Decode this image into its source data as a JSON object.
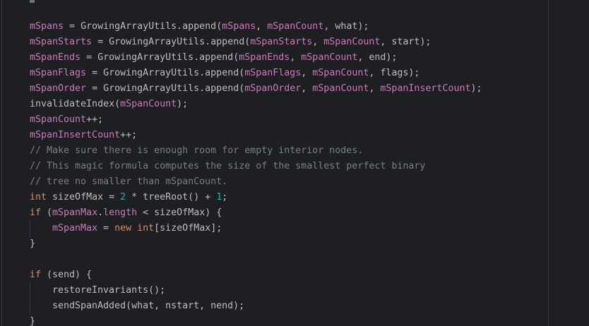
{
  "editor": {
    "lines": [
      [
        {
          "t": "mSpans",
          "c": "field"
        },
        {
          "t": " = GrowingArrayUtils.append(",
          "c": "plain"
        },
        {
          "t": "mSpans",
          "c": "field"
        },
        {
          "t": ", ",
          "c": "plain"
        },
        {
          "t": "mSpanCount",
          "c": "field"
        },
        {
          "t": ", what);",
          "c": "plain"
        }
      ],
      [
        {
          "t": "mSpanStarts",
          "c": "field"
        },
        {
          "t": " = GrowingArrayUtils.append(",
          "c": "plain"
        },
        {
          "t": "mSpanStarts",
          "c": "field"
        },
        {
          "t": ", ",
          "c": "plain"
        },
        {
          "t": "mSpanCount",
          "c": "field"
        },
        {
          "t": ", start);",
          "c": "plain"
        }
      ],
      [
        {
          "t": "mSpanEnds",
          "c": "field"
        },
        {
          "t": " = GrowingArrayUtils.append(",
          "c": "plain"
        },
        {
          "t": "mSpanEnds",
          "c": "field"
        },
        {
          "t": ", ",
          "c": "plain"
        },
        {
          "t": "mSpanCount",
          "c": "field"
        },
        {
          "t": ", end);",
          "c": "plain"
        }
      ],
      [
        {
          "t": "mSpanFlags",
          "c": "field"
        },
        {
          "t": " = GrowingArrayUtils.append(",
          "c": "plain"
        },
        {
          "t": "mSpanFlags",
          "c": "field"
        },
        {
          "t": ", ",
          "c": "plain"
        },
        {
          "t": "mSpanCount",
          "c": "field"
        },
        {
          "t": ", flags);",
          "c": "plain"
        }
      ],
      [
        {
          "t": "mSpanOrder",
          "c": "field"
        },
        {
          "t": " = GrowingArrayUtils.append(",
          "c": "plain"
        },
        {
          "t": "mSpanOrder",
          "c": "field"
        },
        {
          "t": ", ",
          "c": "plain"
        },
        {
          "t": "mSpanCount",
          "c": "field"
        },
        {
          "t": ", ",
          "c": "plain"
        },
        {
          "t": "mSpanInsertCount",
          "c": "field"
        },
        {
          "t": ");",
          "c": "plain"
        }
      ],
      [
        {
          "t": "invalidateIndex(",
          "c": "plain"
        },
        {
          "t": "mSpanCount",
          "c": "field"
        },
        {
          "t": ");",
          "c": "plain"
        }
      ],
      [
        {
          "t": "mSpanCount",
          "c": "field"
        },
        {
          "t": "++;",
          "c": "plain"
        }
      ],
      [
        {
          "t": "mSpanInsertCount",
          "c": "field"
        },
        {
          "t": "++;",
          "c": "plain"
        }
      ],
      [
        {
          "t": "// Make sure there is enough room for empty interior nodes.",
          "c": "cmt"
        }
      ],
      [
        {
          "t": "// This magic formula computes the size of the smallest perfect binary",
          "c": "cmt"
        }
      ],
      [
        {
          "t": "// tree no smaller than mSpanCount.",
          "c": "cmt"
        }
      ],
      [
        {
          "t": "int",
          "c": "kw"
        },
        {
          "t": " sizeOfMax = ",
          "c": "plain"
        },
        {
          "t": "2",
          "c": "num"
        },
        {
          "t": " * treeRoot() + ",
          "c": "plain"
        },
        {
          "t": "1",
          "c": "num"
        },
        {
          "t": ";",
          "c": "plain"
        }
      ],
      [
        {
          "t": "if",
          "c": "kw"
        },
        {
          "t": " (",
          "c": "plain"
        },
        {
          "t": "mSpanMax",
          "c": "field"
        },
        {
          "t": ".",
          "c": "plain"
        },
        {
          "t": "length",
          "c": "field"
        },
        {
          "t": " < sizeOfMax) {",
          "c": "plain"
        }
      ],
      [
        {
          "t": "",
          "c": "indent"
        },
        {
          "t": "mSpanMax",
          "c": "field"
        },
        {
          "t": " = ",
          "c": "plain"
        },
        {
          "t": "new",
          "c": "kw"
        },
        {
          "t": " ",
          "c": "plain"
        },
        {
          "t": "int",
          "c": "kw"
        },
        {
          "t": "[sizeOfMax];",
          "c": "plain"
        }
      ],
      [
        {
          "t": "}",
          "c": "plain"
        }
      ],
      [],
      [
        {
          "t": "if",
          "c": "kw"
        },
        {
          "t": " (send) {",
          "c": "plain"
        }
      ],
      [
        {
          "t": "",
          "c": "indent"
        },
        {
          "t": "restoreInvariants();",
          "c": "plain"
        }
      ],
      [
        {
          "t": "",
          "c": "indent"
        },
        {
          "t": "sendSpanAdded(what, nstart, nend);",
          "c": "plain"
        }
      ],
      [
        {
          "t": "}",
          "c": "plain"
        }
      ]
    ]
  }
}
